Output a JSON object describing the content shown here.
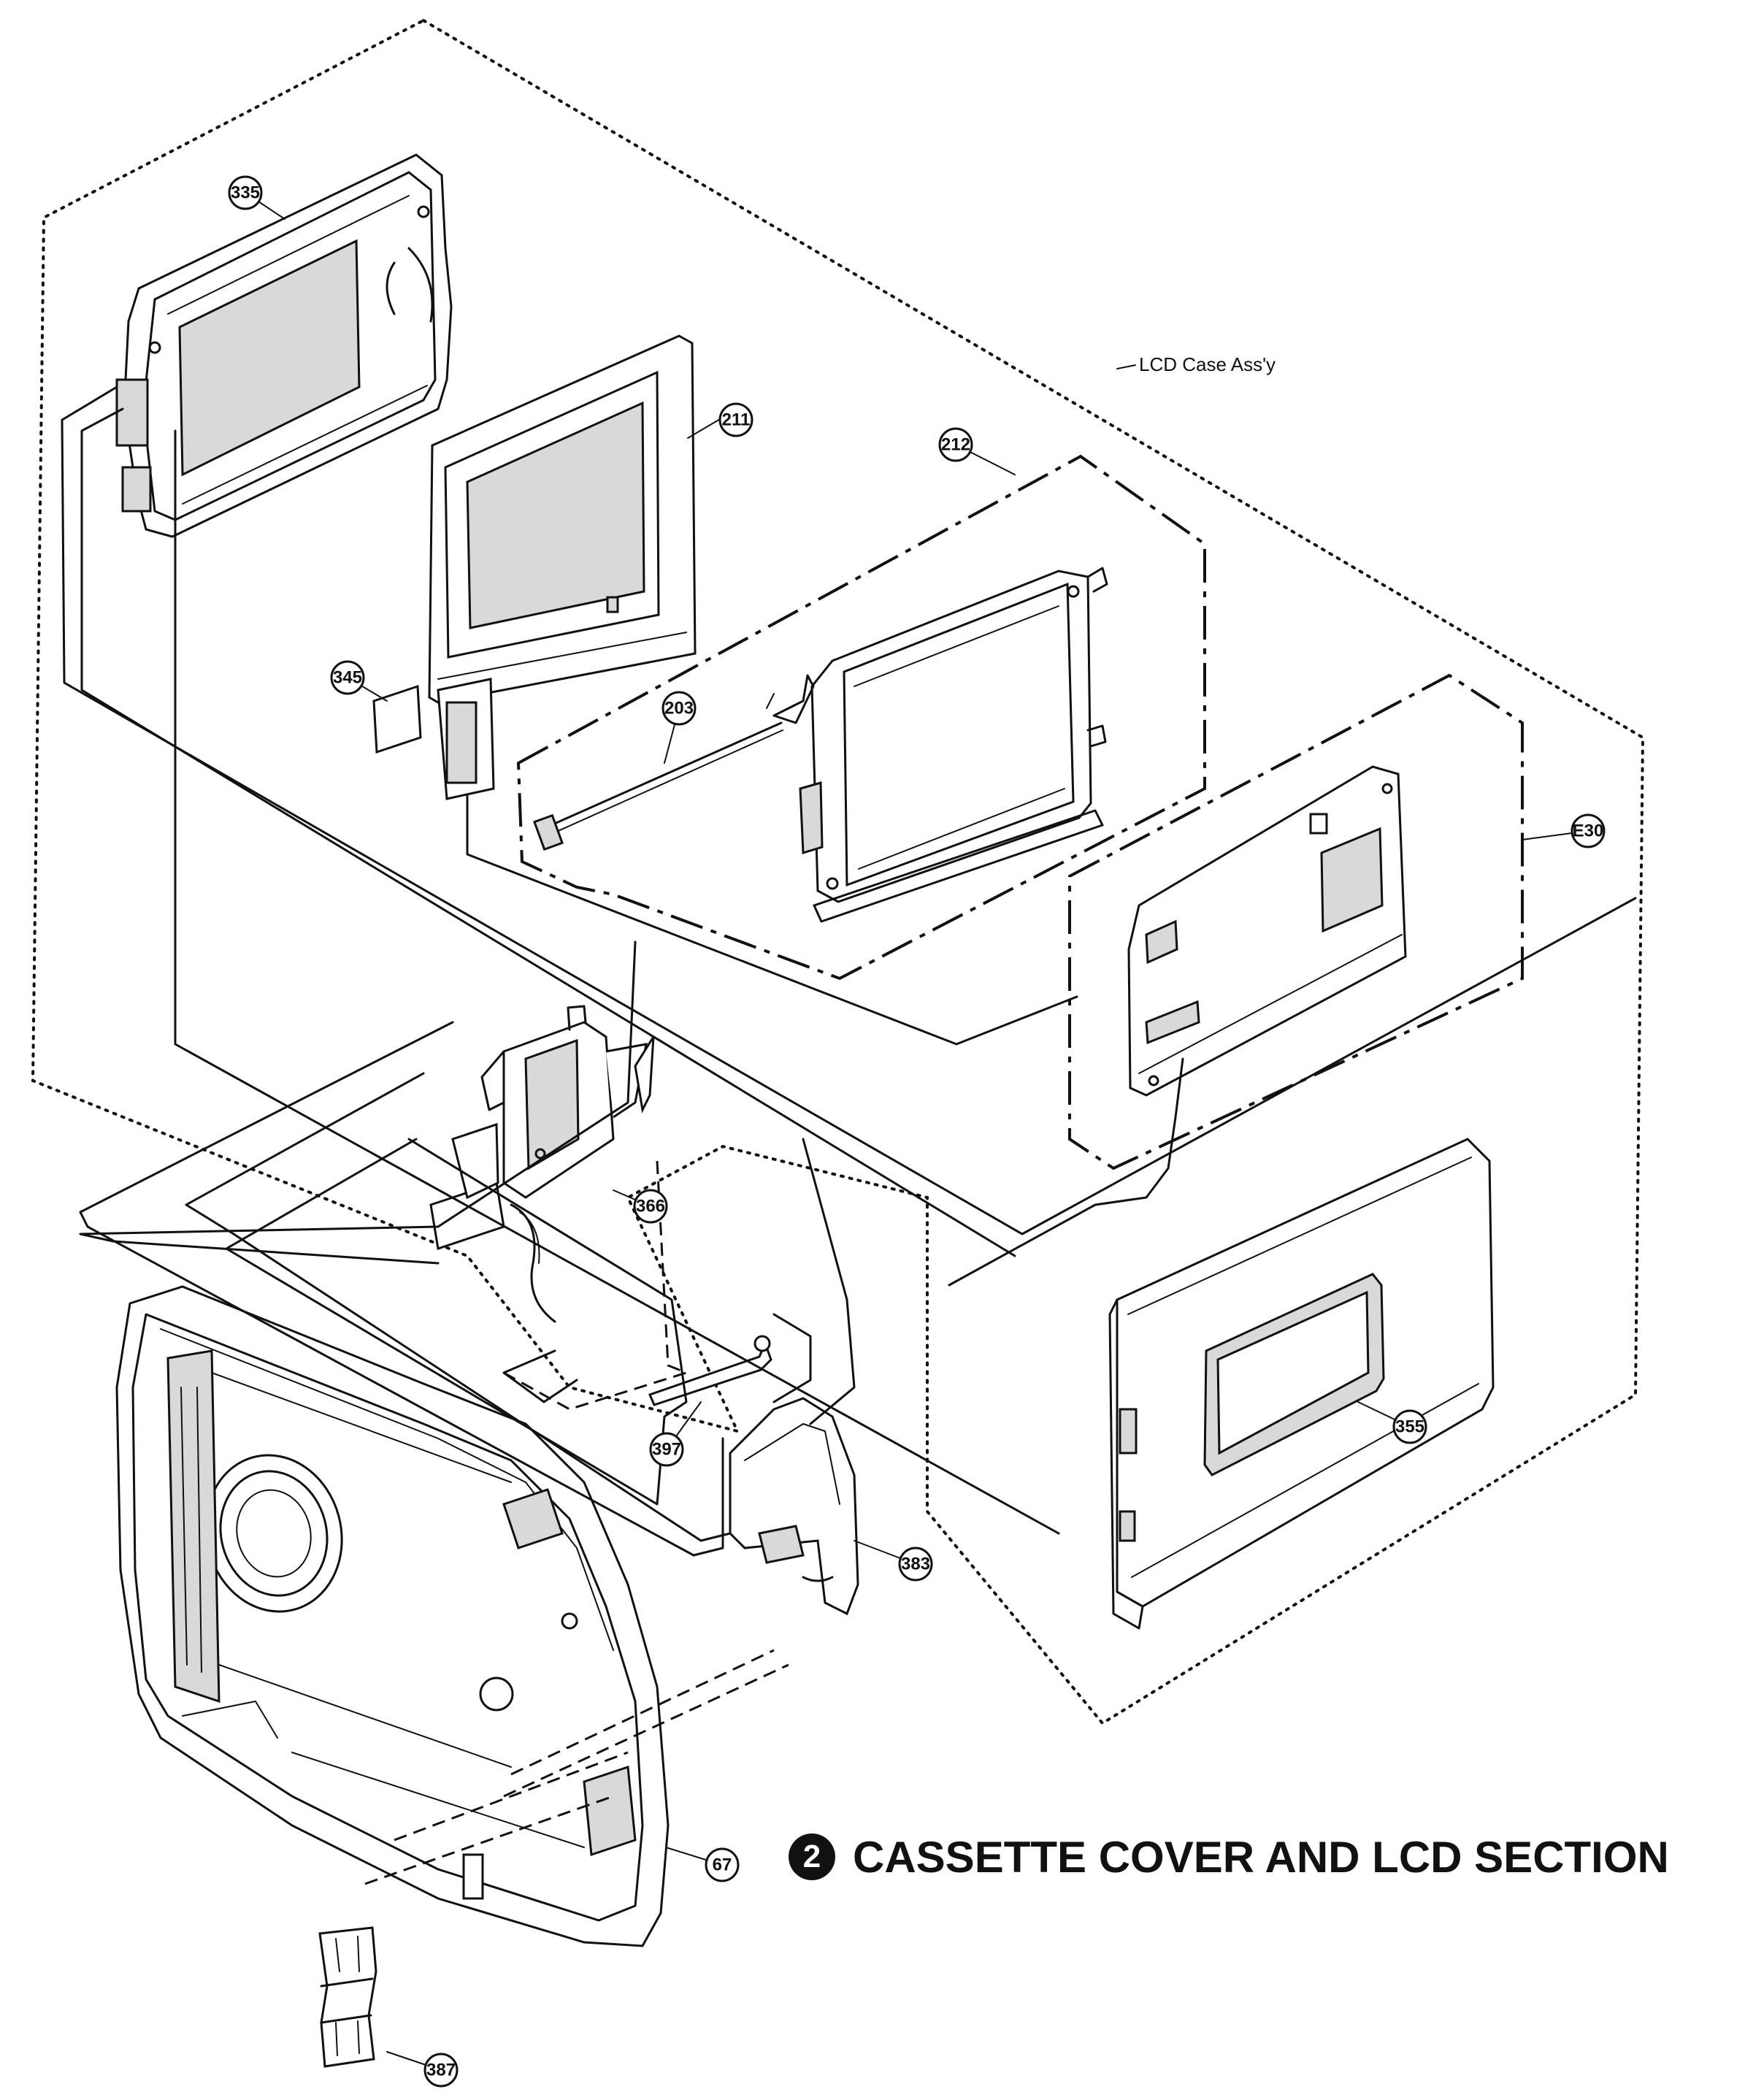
{
  "assembly_label": "LCD Case Ass'y",
  "section": {
    "number": "2",
    "title": "CASSETTE COVER AND LCD SECTION"
  },
  "part_numbers": [
    "335",
    "211",
    "212",
    "345",
    "203",
    "E30",
    "366",
    "397",
    "355",
    "383",
    "67",
    "387"
  ]
}
